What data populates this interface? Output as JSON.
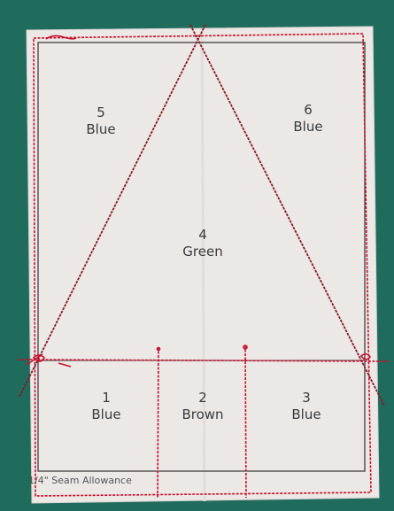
{
  "pattern": {
    "sections": [
      {
        "number": "5",
        "color": "Blue"
      },
      {
        "number": "6",
        "color": "Blue"
      },
      {
        "number": "4",
        "color": "Green"
      },
      {
        "number": "1",
        "color": "Blue"
      },
      {
        "number": "2",
        "color": "Brown"
      },
      {
        "number": "3",
        "color": "Blue"
      }
    ],
    "caption": "1/4\" Seam Allowance"
  },
  "colors": {
    "background": "#1f6b5c",
    "paper": "#ece8e6",
    "stitch": "#c8102e",
    "line": "#333333"
  }
}
